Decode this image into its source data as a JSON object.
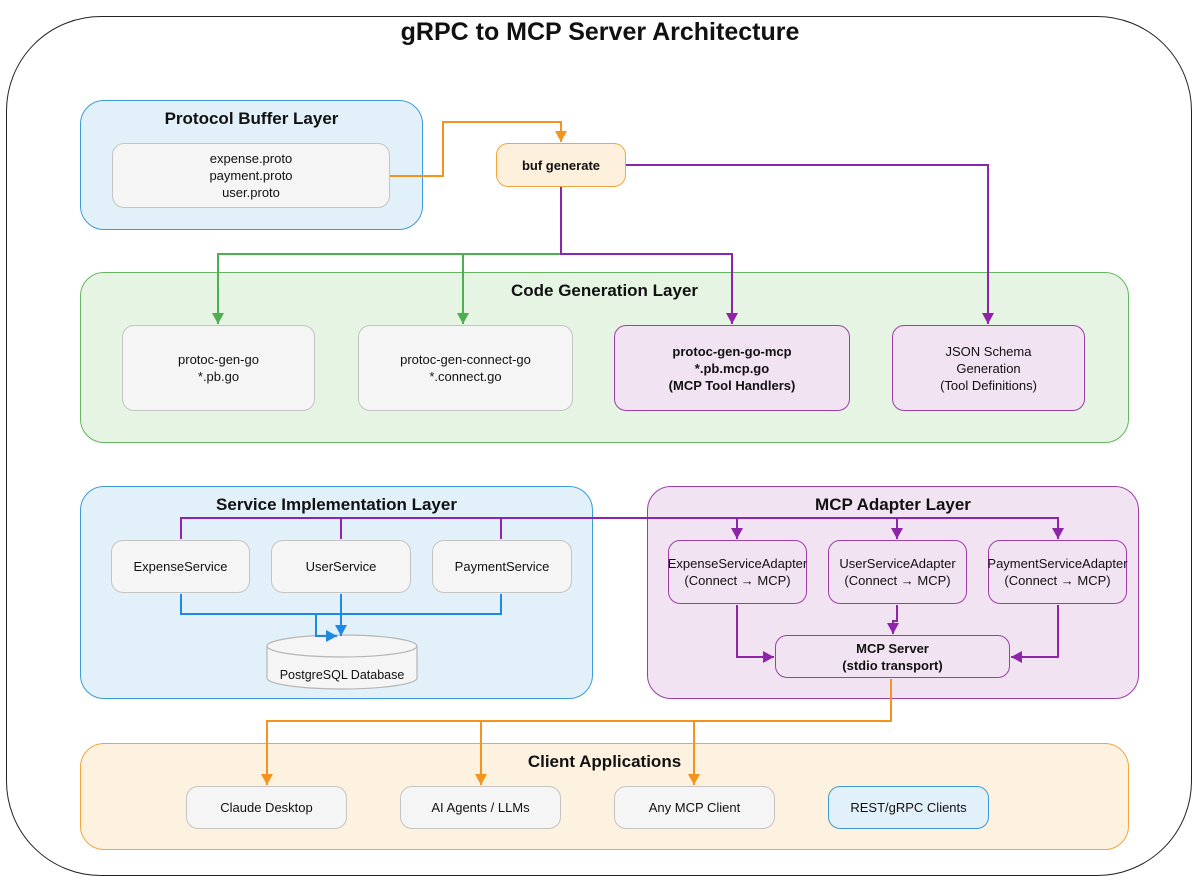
{
  "title": "gRPC to MCP Server Architecture",
  "colors": {
    "orange_edge": "#f4931e",
    "purple_edge": "#8e24aa",
    "green_edge": "#4caf50",
    "blue_edge": "#1e88e5"
  },
  "layers": {
    "protocol_buffer": {
      "title": "Protocol Buffer Layer",
      "proto_files": [
        "expense.proto",
        "payment.proto",
        "user.proto"
      ]
    },
    "buf_generate": {
      "label": "buf generate"
    },
    "code_generation": {
      "title": "Code Generation Layer",
      "nodes": [
        {
          "lines": [
            "protoc-gen-go",
            "*.pb.go"
          ]
        },
        {
          "lines": [
            "protoc-gen-connect-go",
            "*.connect.go"
          ]
        },
        {
          "lines": [
            "protoc-gen-go-mcp",
            "*.pb.mcp.go",
            "(MCP Tool Handlers)"
          ]
        },
        {
          "lines": [
            "JSON Schema",
            "Generation",
            "(Tool Definitions)"
          ]
        }
      ]
    },
    "service_implementation": {
      "title": "Service Implementation Layer",
      "services": [
        "ExpenseService",
        "UserService",
        "PaymentService"
      ],
      "database": "PostgreSQL Database"
    },
    "mcp_adapter": {
      "title": "MCP Adapter Layer",
      "adapters": [
        {
          "name": "ExpenseServiceAdapter",
          "sub": "(Connect → MCP)"
        },
        {
          "name": "UserServiceAdapter",
          "sub": "(Connect → MCP)"
        },
        {
          "name": "PaymentServiceAdapter",
          "sub": "(Connect → MCP)"
        }
      ],
      "server": {
        "name": "MCP Server",
        "sub": "(stdio transport)"
      }
    },
    "client_applications": {
      "title": "Client Applications",
      "clients": [
        "Claude Desktop",
        "AI Agents / LLMs",
        "Any MCP Client",
        "REST/gRPC Clients"
      ]
    }
  }
}
